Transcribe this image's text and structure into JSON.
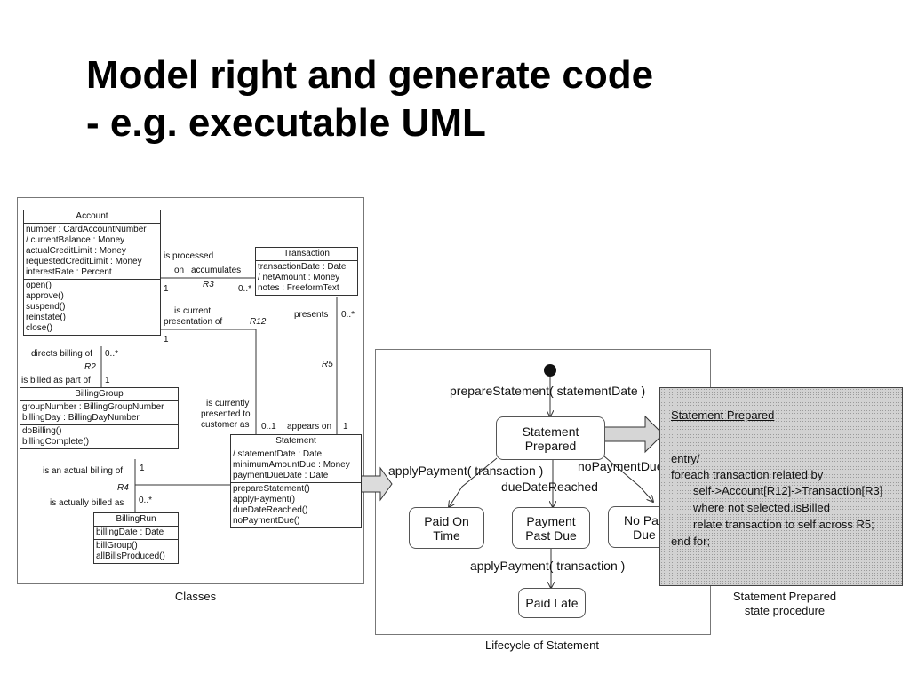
{
  "slide": {
    "title_line1": "Model right and generate code",
    "title_line2": "- e.g. executable UML"
  },
  "classes_panel": {
    "caption": "Classes",
    "account": {
      "name": "Account",
      "attributes": [
        "number : CardAccountNumber",
        "/ currentBalance : Money",
        "actualCreditLimit : Money",
        "requestedCreditLimit : Money",
        "interestRate : Percent"
      ],
      "operations": [
        "open()",
        "approve()",
        "suspend()",
        "reinstate()",
        "close()"
      ]
    },
    "transaction": {
      "name": "Transaction",
      "attributes": [
        "transactionDate : Date",
        "/ netAmount : Money",
        "notes : FreeformText"
      ]
    },
    "billing_group": {
      "name": "BillingGroup",
      "attributes": [
        "groupNumber : BillingGroupNumber",
        "billingDay : BillingDayNumber"
      ],
      "operations": [
        "doBilling()",
        "billingComplete()"
      ]
    },
    "statement": {
      "name": "Statement",
      "attributes": [
        "/ statementDate : Date",
        "minimumAmountDue : Money",
        "paymentDueDate : Date"
      ],
      "operations": [
        "prepareStatement()",
        "applyPayment()",
        "dueDateReached()",
        "noPaymentDue()"
      ]
    },
    "billing_run": {
      "name": "BillingRun",
      "attributes": [
        "billingDate : Date"
      ],
      "operations": [
        "billGroup()",
        "allBillsProduced()"
      ]
    },
    "associations": {
      "r3_phrase_a": "is processed",
      "r3_phrase_b": "on",
      "r3_phrase_c": "accumulates",
      "r3_label": "R3",
      "r3_mult_account": "1",
      "r3_mult_transaction": "0..*",
      "r12_phrase_a": "is current",
      "r12_phrase_b": "presentation of",
      "r12_label": "R12",
      "r12_mult_account": "1",
      "r12_phrase_c": "is currently",
      "r12_phrase_d": "presented to",
      "r12_phrase_e": "customer as",
      "r12_mult_statement": "0..1",
      "r5_phrase_a": "presents",
      "r5_mult_transaction": "0..*",
      "r5_label": "R5",
      "r5_phrase_b": "appears on",
      "r5_mult_statement": "1",
      "r2_phrase_a": "directs billing of",
      "r2_mult_account": "0..*",
      "r2_label": "R2",
      "r2_phrase_b": "is billed as part of",
      "r2_mult_group": "1",
      "r4_phrase_a": "is an actual billing of",
      "r4_mult_statement": "1",
      "r4_label": "R4",
      "r4_phrase_b": "is actually billed as",
      "r4_mult_run": "0..*"
    }
  },
  "lifecycle_panel": {
    "caption": "Lifecycle of Statement",
    "event_prepare": "prepareStatement( statementDate )",
    "state_prepared_line1": "Statement",
    "state_prepared_line2": "Prepared",
    "event_apply": "applyPayment( transaction )",
    "event_nopayment": "noPaymentDue",
    "event_duedate": "dueDateReached",
    "state_paid_on_time_line1": "Paid On",
    "state_paid_on_time_line2": "Time",
    "state_past_due_line1": "Payment",
    "state_past_due_line2": "Past Due",
    "state_no_pay_line1": "No Pay",
    "state_no_pay_line2": "Due",
    "event_apply_late": "applyPayment( transaction )",
    "state_paid_late": "Paid Late"
  },
  "procedure_note": {
    "title": "Statement Prepared",
    "lines": [
      "entry/",
      "foreach transaction related by",
      "self->Account[R12]->Transaction[R3]",
      "where not selected.isBilled",
      "relate transaction to self across R5;",
      "end for;"
    ],
    "caption_line1": "Statement Prepared",
    "caption_line2": "state procedure",
    "fill_color": "#d2d2d2"
  }
}
